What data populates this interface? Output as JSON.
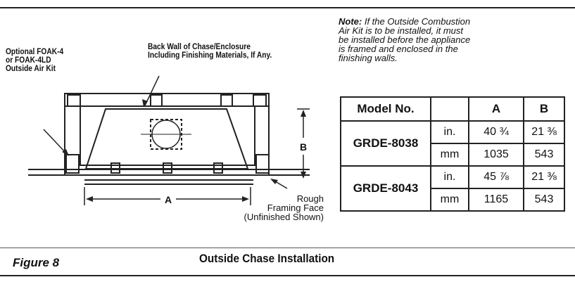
{
  "labels": {
    "air_kit": [
      "Optional FOAK-4",
      "or FOAK-4LD",
      "Outside Air Kit"
    ],
    "back_wall": [
      "Back Wall of Chase/Enclosure",
      "Including Finishing Materials, If Any."
    ],
    "rough_framing": [
      "Rough",
      "Framing Face",
      "(Unfinished Shown)"
    ],
    "dim_a": "A",
    "dim_b": "B"
  },
  "note": {
    "prefix": "Note:",
    "lines": [
      "If the Outside Combustion",
      "Air Kit is to be installed, it must",
      "be installed before the appliance",
      "is framed and enclosed in the",
      "finishing walls."
    ]
  },
  "table": {
    "headers": [
      "Model No.",
      "",
      "A",
      "B"
    ],
    "rows": [
      {
        "model": "GRDE-8038",
        "in": [
          "in.",
          "40 ¾",
          "21 ⅜"
        ],
        "mm": [
          "mm",
          "1035",
          "543"
        ]
      },
      {
        "model": "GRDE-8043",
        "in": [
          "in.",
          "45 ⅞",
          "21 ⅜"
        ],
        "mm": [
          "mm",
          "1165",
          "543"
        ]
      }
    ]
  },
  "caption": {
    "figure": "Figure 8",
    "title": "Outside Chase Installation"
  }
}
